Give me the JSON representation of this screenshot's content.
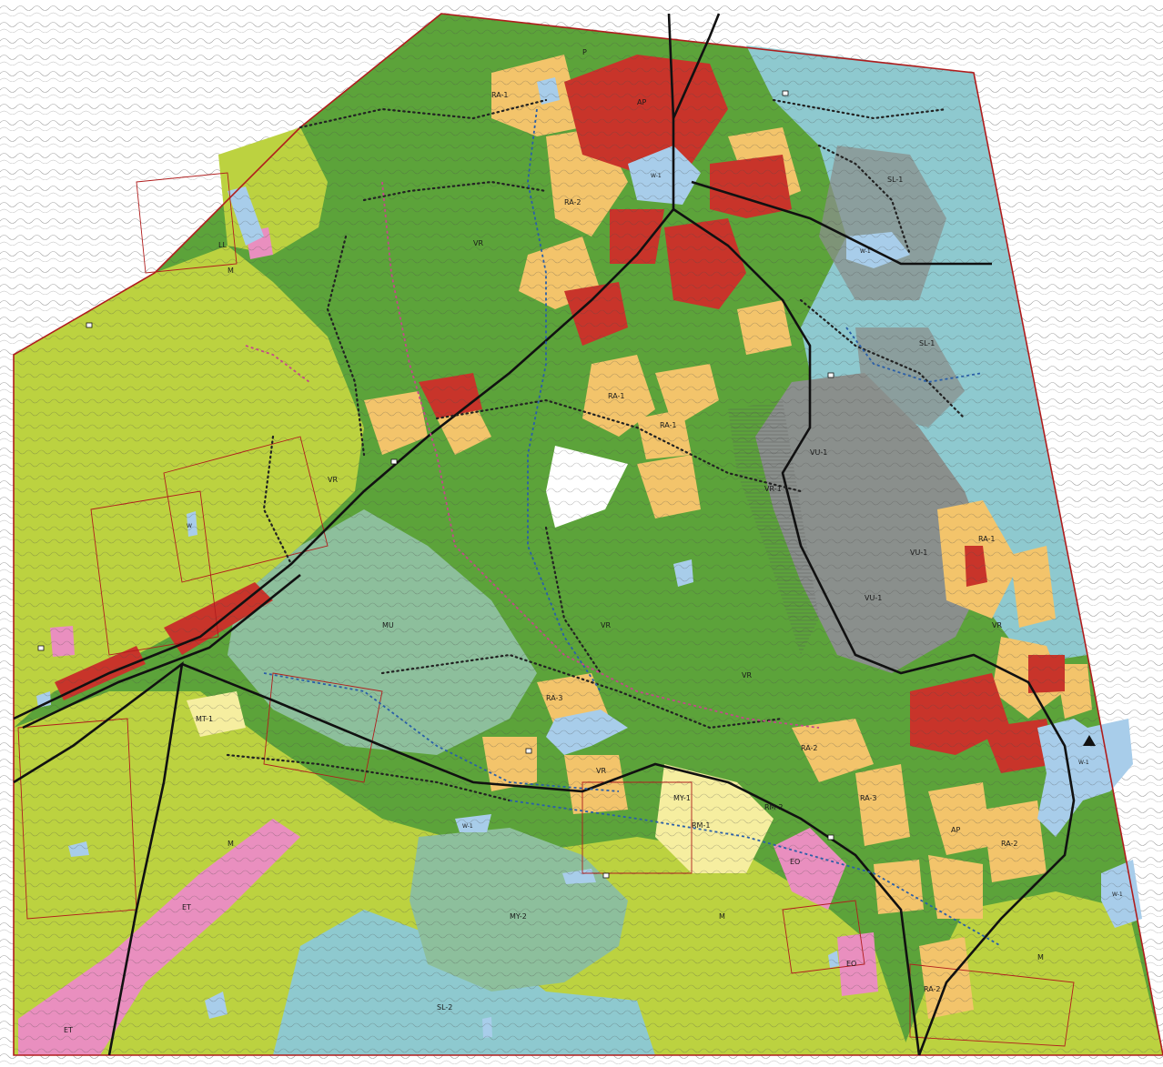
{
  "map": {
    "zones": {
      "residential_ra": {
        "color": "#f3c46b",
        "labels": [
          "RA-1",
          "RA-2",
          "RA-3",
          "RA-1",
          "RA-2",
          "RA-1",
          "RA-3",
          "RA-2",
          "RA-1",
          "RA-2"
        ]
      },
      "village_core": {
        "color": "#c8342a",
        "labels": [
          "AP",
          "AP",
          "P"
        ]
      },
      "recreation_vr": {
        "color": "#5ca33a",
        "labels": [
          "VR",
          "VR",
          "VR",
          "VR",
          "VR",
          "VR"
        ]
      },
      "farmland_m": {
        "color": "#bcd240",
        "labels": [
          "M",
          "M",
          "M",
          "M"
        ]
      },
      "forest_my": {
        "color": "#8dbf9c",
        "labels": [
          "MU",
          "MY-2",
          "MT-1"
        ]
      },
      "nature_sl": {
        "color": "#8ec9cf",
        "labels": [
          "SL-1",
          "SL-1",
          "SL-2"
        ]
      },
      "tourism_rm": {
        "color": "#f6eea0",
        "labels": [
          "RM-1",
          "RM-2",
          "MY-1"
        ]
      },
      "special_et": {
        "color": "#e98fbf",
        "labels": [
          "ET",
          "ET",
          "EO",
          "EO"
        ]
      },
      "gray_vu": {
        "color": "#8a8f8c",
        "labels": [
          "VU-1",
          "VU-1",
          "VU-1",
          "VR-1"
        ]
      },
      "white_area": {
        "color": "#ffffff",
        "labels": [
          "LL"
        ]
      },
      "water_w": {
        "color": "#a8cdea",
        "labels": [
          "W-1",
          "W-1",
          "W-1",
          "W-1",
          "W-1",
          "W"
        ]
      }
    },
    "lines": {
      "road_main": "#111111",
      "trail_dotted": "#222222",
      "plan_border": "#b01d1d",
      "proposed_route_blue": "#2b5fa8",
      "proposed_route_pink": "#c4498a"
    }
  }
}
